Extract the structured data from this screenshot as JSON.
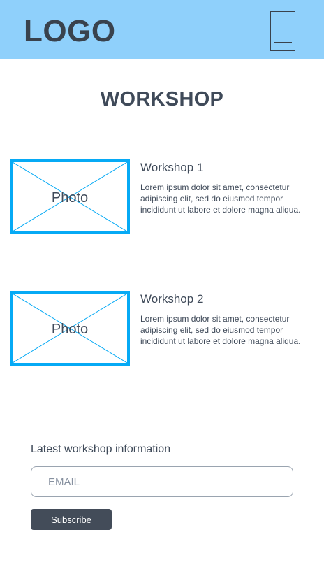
{
  "header": {
    "logo": "LOGO",
    "menu_icon": "hamburger-menu-icon"
  },
  "page": {
    "title": "WORKSHOP"
  },
  "workshops": [
    {
      "photo_label": "Photo",
      "title": "Workshop 1",
      "description": "Lorem ipsum dolor sit amet, consectetur adipiscing elit, sed do eiusmod tempor incididunt ut labore et dolore magna aliqua."
    },
    {
      "photo_label": "Photo",
      "title": "Workshop 2",
      "description": "Lorem ipsum dolor sit amet, consectetur adipiscing elit, sed do eiusmod tempor incididunt ut labore et dolore magna aliqua."
    }
  ],
  "signup": {
    "label": "Latest workshop information",
    "email_placeholder": "EMAIL",
    "email_value": "",
    "button_label": "Subscribe"
  },
  "colors": {
    "header_bg": "#8fd0fb",
    "photo_border": "#06aaf5",
    "button_bg": "#434c59",
    "text": "#3f4a59"
  }
}
